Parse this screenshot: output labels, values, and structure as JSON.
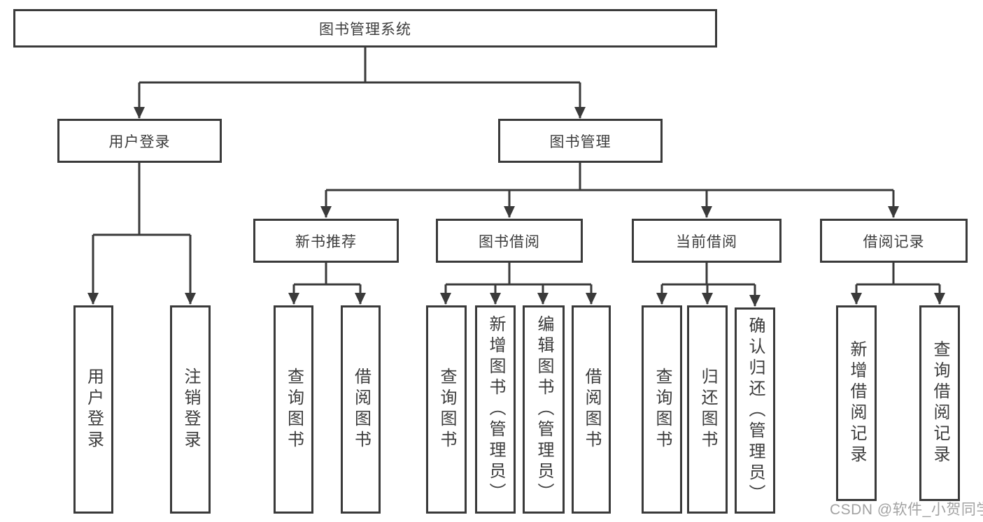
{
  "tree": {
    "root": "图书管理系统",
    "children": [
      {
        "label": "用户登录",
        "children": [
          "用户登录",
          "注销登录"
        ]
      },
      {
        "label": "图书管理",
        "children": [
          {
            "label": "新书推荐",
            "children": [
              "查询图书",
              "借阅图书"
            ]
          },
          {
            "label": "图书借阅",
            "children": [
              "查询图书",
              "新增图书（管理员）",
              "编辑图书（管理员）",
              "借阅图书"
            ]
          },
          {
            "label": "当前借阅",
            "children": [
              "查询图书",
              "归还图书",
              "确认归还（管理员）"
            ]
          },
          {
            "label": "借阅记录",
            "children": [
              "新增借阅记录",
              "查询借阅记录"
            ]
          }
        ]
      }
    ]
  },
  "watermark": {
    "text": "CSDN @软件_小贺同学"
  },
  "colors": {
    "line": "#3a3a3a",
    "text": "#3c3c3c",
    "background": "#ffffff",
    "watermark": "#a2a2a2"
  }
}
